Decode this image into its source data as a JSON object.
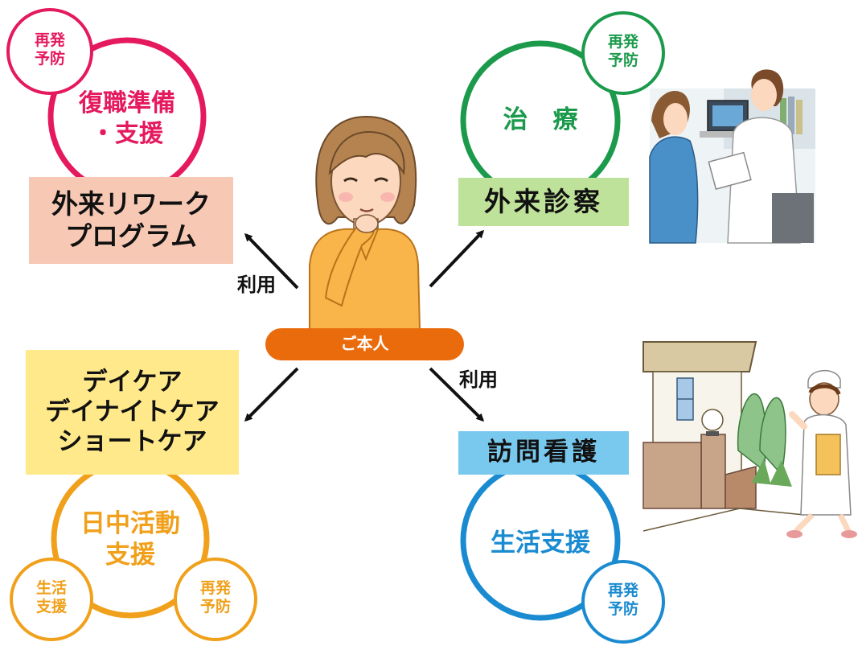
{
  "colors": {
    "crimson": "#e5195d",
    "green": "#1b9a4c",
    "orange": "#f0a01a",
    "blue": "#1a8bd0",
    "center": "#ea6b0c",
    "rework_box": "#f7c9b5",
    "clinic_box": "#bfe29a",
    "daycare_box": "#ffe98a",
    "visit_box": "#79c9ee"
  },
  "center": {
    "label": "ご本人"
  },
  "arrows": {
    "left_use": "利用",
    "right_use": "利用"
  },
  "top_left": {
    "box_lines": [
      "外来リワーク",
      "プログラム"
    ],
    "circle_lines": [
      "復職準備",
      "・支援"
    ],
    "badge_lines": [
      "再発",
      "予防"
    ]
  },
  "top_right": {
    "box_label": "外来診察",
    "circle_label": "治　療",
    "badge_lines": [
      "再発",
      "予防"
    ]
  },
  "bottom_left": {
    "box_lines": [
      "デイケア",
      "デイナイトケア",
      "ショートケア"
    ],
    "circle_lines": [
      "日中活動",
      "支援"
    ],
    "badge_left_lines": [
      "生活",
      "支援"
    ],
    "badge_right_lines": [
      "再発",
      "予防"
    ]
  },
  "bottom_right": {
    "box_label": "訪問看護",
    "circle_label": "生活支援",
    "badge_lines": [
      "再発",
      "予防"
    ]
  },
  "illustrations": [
    "woman-thinking",
    "doctor-consultation",
    "nurse-home-visit"
  ]
}
